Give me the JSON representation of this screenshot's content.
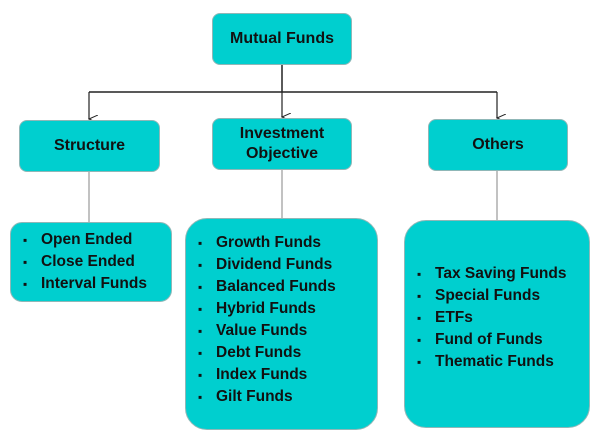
{
  "root": {
    "label": "Mutual Funds"
  },
  "categories": [
    {
      "label": "Structure",
      "items": [
        "Open Ended",
        "Close Ended",
        "Interval Funds"
      ]
    },
    {
      "label": "Investment Objective",
      "items": [
        "Growth Funds",
        "Dividend Funds",
        "Balanced Funds",
        "Hybrid Funds",
        "Value Funds",
        "Debt Funds",
        "Index Funds",
        "Gilt Funds"
      ]
    },
    {
      "label": "Others",
      "items": [
        "Tax Saving Funds",
        "Special Funds",
        "ETFs",
        "Fund of Funds",
        "Thematic Funds"
      ]
    }
  ],
  "colors": {
    "box": "#00cfcf",
    "line": "#222222",
    "connector": "#999999"
  }
}
